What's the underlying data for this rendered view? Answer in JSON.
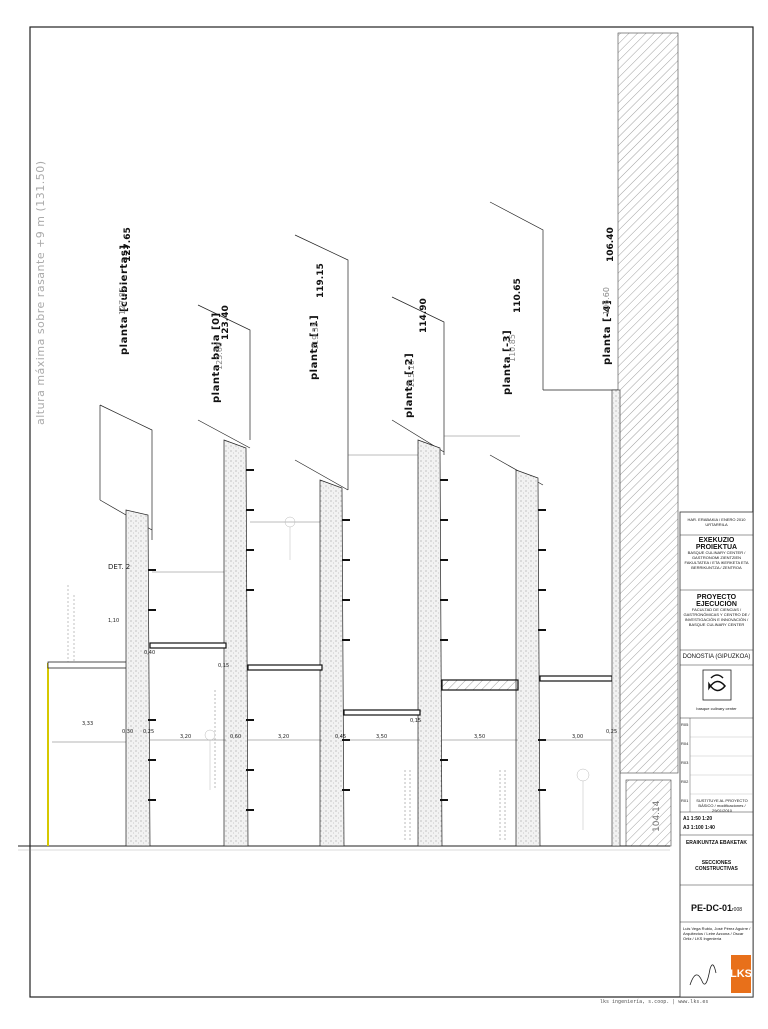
{
  "drawing": {
    "max_height_label": "altura máxima sobre rasante +9 m (131.50)",
    "detail_label": "DET. 2",
    "levels": [
      {
        "name": "planta [cubiertas]",
        "value": "127.65",
        "sub": "127.85"
      },
      {
        "name": "planta baja [0]",
        "value": "123.40",
        "sub": "123.60"
      },
      {
        "name": "planta [-1]",
        "value": "119.15",
        "sub": "119.35"
      },
      {
        "name": "planta [-2]",
        "value": "114.90",
        "sub": "115.10"
      },
      {
        "name": "planta [-3]",
        "value": "110.65",
        "sub": "110.85"
      },
      {
        "name": "planta [-4]",
        "value": "106.40",
        "sub": "106.60"
      }
    ],
    "bottom_level": "104.14",
    "dims": {
      "d1": "3,33",
      "d2": "3,20",
      "d3": "3,20",
      "d4": "3,50",
      "d5": "3,50",
      "d6": "3,00",
      "e1": "0,30",
      "e2": "0,25",
      "e3": "0,60",
      "e4": "0,45",
      "e5": "0,40",
      "e6": "0,15",
      "e7": "1,10",
      "e8": "0,15",
      "e9": "0,25"
    }
  },
  "title_block": {
    "header_small": "HAR. ERABAKIA / ENERO 2010 URTARRILA",
    "exekuzio": "EXEKUZIO PROIEKTUA",
    "basque_lines": "BASQUE CULINARY CENTER / GASTRONOMI ZIENTZIEN FAKULTATEA / ETA IKERKETA ETA BERRIKUNTZA / ZENTROA",
    "proyecto": "PROYECTO EJECUCIÓN",
    "spanish_lines": "FACULTAD DE CIENCIAS / GASTRONÓMICAS Y CENTRO DE / INVESTIGACIÓN E INNOVACIÓN / BASQUE CULINARY CENTER",
    "location": "DONOSTIA (GIPUZKOA)",
    "client_caption": "basque culinary center",
    "rev_rows": [
      "R05",
      "R04",
      "R03",
      "R02",
      "R01"
    ],
    "rev_note": "SUSTITUYE AL PROYECTO BÁSICO / modificaciones / 29/01/2010",
    "scale_a1": "A1  1:50   1:20",
    "scale_a3": "A3  1:100  1:40",
    "section_eu": "ERAIKUNTZA EBAKETAK",
    "section_es": "SECCIONES CONSTRUCTIVAS",
    "code": "PE-DC-01",
    "code_suffix": "r008",
    "architects": "Luis Vega Rubio, José Pérez Aguirre / Arquitectos / Leire Azcona / Oscar Ortiz / LKS Ingeniería",
    "logo": "LKS"
  },
  "footer": "lks ingeniería, s.coop. | www.lks.es"
}
